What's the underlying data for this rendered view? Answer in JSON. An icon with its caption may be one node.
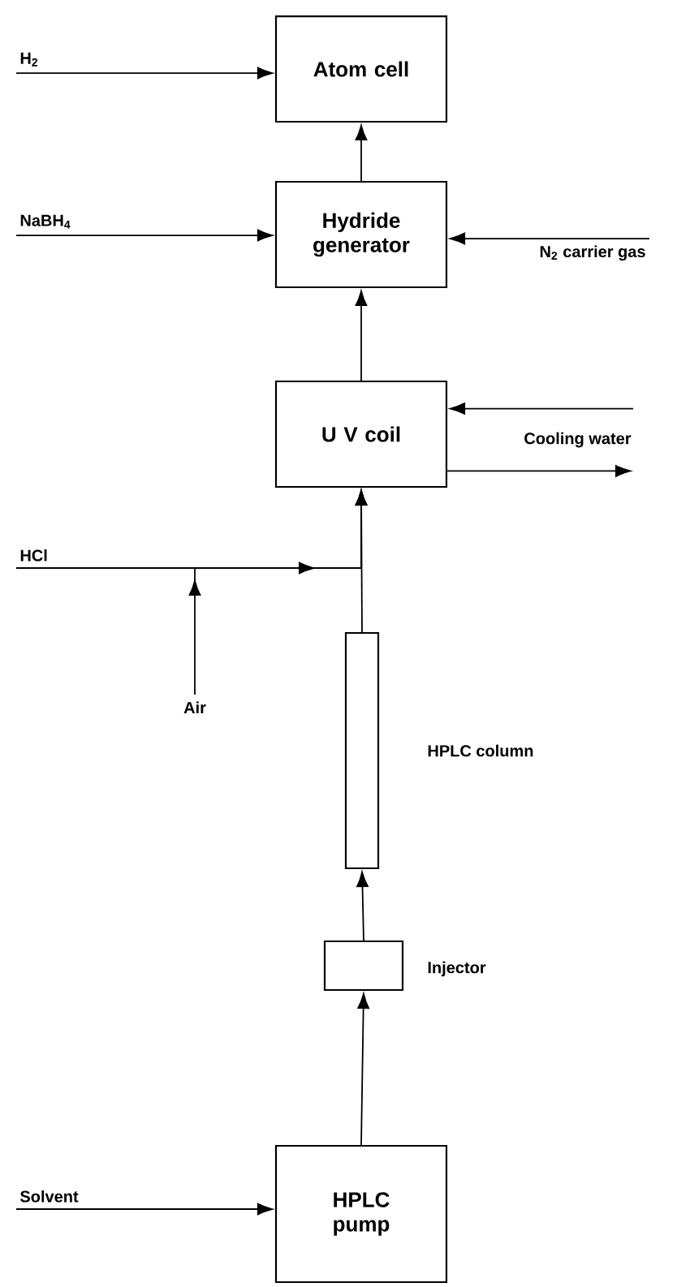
{
  "diagram": {
    "nodes": [
      {
        "text": [
          "H$_{2}$"
        ]
      },
      {
        "text": [
          "Atom cell"
        ]
      },
      {
        "text": [
          "NaBH$_{4}$"
        ]
      },
      {
        "text": [
          "Hydride generator"
        ]
      },
      {
        "text": [
          "N$_{2}$ carrier gas"
        ]
      },
      {
        "text": [
          "U V coil"
        ]
      },
      {
        "text": [
          "Cooling water"
        ]
      },
      {
        "text": [
          "HCl"
        ]
      },
      {
        "text": [
          "Air"
        ]
      },
      {
        "text": [],
        "shape": "box",
        "beside": [
          "HPLC column"
        ]
      },
      {
        "text": [],
        "shape": "box",
        "beside": [
          "Injector"
        ]
      },
      {
        "text": [
          "HPLC pump"
        ]
      },
      {
        "text": [
          "Solvent"
        ]
      }
    ],
    "edges": [
      {
        "from": 0,
        "to": 1,
        "arrow": "to"
      },
      {
        "from": 2,
        "to": 3,
        "arrow": "to"
      },
      {
        "from": 4,
        "to": 3,
        "arrow": "to"
      },
      {
        "from": 3,
        "to": 1,
        "arrow": "to"
      },
      {
        "from": 5,
        "to": 3,
        "arrow": "to"
      },
      {
        "from": 6,
        "to": 5,
        "arrow": "to"
      },
      {
        "from": 5,
        "to": 6,
        "arrow": "to"
      },
      {
        "from": 7,
        "to": 5,
        "arrow": "to"
      },
      {
        "from": 8,
        "to": 5,
        "arrow": "to"
      },
      {
        "from": 9,
        "to": 5,
        "arrow": "to"
      },
      {
        "from": 10,
        "to": 9,
        "arrow": "to"
      },
      {
        "from": 11,
        "to": 10,
        "arrow": "to"
      },
      {
        "from": 12,
        "to": 11,
        "arrow": "to"
      }
    ]
  }
}
